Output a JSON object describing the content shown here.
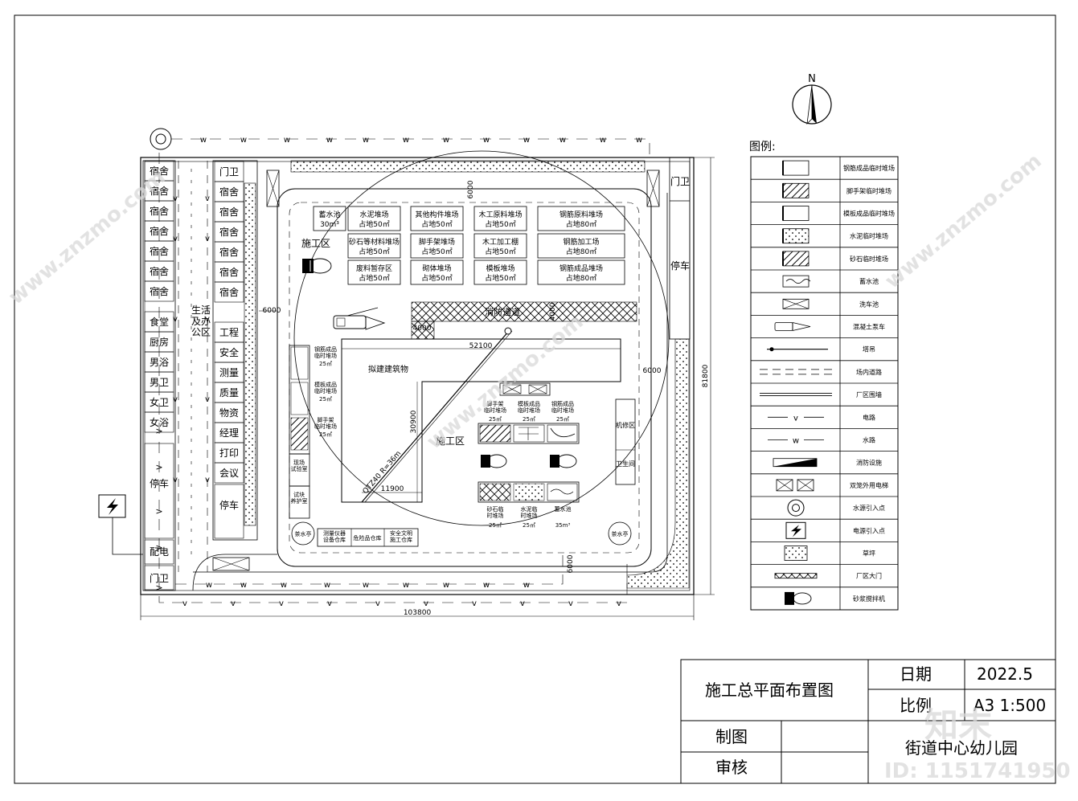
{
  "north_label": "N",
  "legend_title": "图例:",
  "legend_items": [
    {
      "icon": "rebar-product-pile-icon",
      "label": "钢筋成品临时堆场"
    },
    {
      "icon": "scaffold-pile-icon",
      "label": "脚手架临时堆场"
    },
    {
      "icon": "formwork-pile-icon",
      "label": "模板成品临时堆场"
    },
    {
      "icon": "cement-pile-icon",
      "label": "水泥临时堆场"
    },
    {
      "icon": "sand-gravel-pile-icon",
      "label": "砂石临时堆场"
    },
    {
      "icon": "water-tank-icon",
      "label": "蓄水池"
    },
    {
      "icon": "car-wash-icon",
      "label": "洗车池"
    },
    {
      "icon": "concrete-pump-truck-icon",
      "label": "混凝土泵车"
    },
    {
      "icon": "tower-crane-icon",
      "label": "塔吊"
    },
    {
      "icon": "site-road-icon",
      "label": "场内道路"
    },
    {
      "icon": "enclosure-wall-icon",
      "label": "厂区围墙"
    },
    {
      "icon": "power-line-icon",
      "label": "电路"
    },
    {
      "icon": "water-line-icon",
      "label": "水路"
    },
    {
      "icon": "fire-facility-icon",
      "label": "消防设施"
    },
    {
      "icon": "double-cage-elevator-icon",
      "label": "双笼外用电梯"
    },
    {
      "icon": "water-inlet-icon",
      "label": "水源引入点"
    },
    {
      "icon": "power-inlet-icon",
      "label": "电源引入点"
    },
    {
      "icon": "lawn-icon",
      "label": "草坪"
    },
    {
      "icon": "factory-gate-icon",
      "label": "厂区大门"
    },
    {
      "icon": "mortar-mixer-icon",
      "label": "砂浆搅拌机"
    }
  ],
  "title_block": {
    "drawing_title": "施工总平面布置图",
    "date_label": "日期",
    "date_value": "2022.5",
    "scale_label": "比例",
    "scale_value": "A3 1:500",
    "drawn_by_label": "制图",
    "checked_by_label": "审核",
    "project_name": "街道中心幼儿园"
  },
  "watermark": {
    "id_text": "ID: 1151741950",
    "brand": "知末",
    "site": "www.znzmo.com"
  },
  "plan": {
    "left_dorms": [
      "宿舍",
      "宿舍",
      "宿舍",
      "宿舍",
      "宿舍",
      "宿舍",
      "宿舍"
    ],
    "left_services": [
      "食堂",
      "厨房",
      "男浴",
      "男卫",
      "女卫",
      "女浴"
    ],
    "left_parking": "停车",
    "power_distribution": "配电",
    "gate_guard_left": "门卫",
    "mid_top": [
      "门卫",
      "宿舍",
      "宿舍",
      "宿舍",
      "宿舍",
      "宿舍",
      "宿舍"
    ],
    "mid_offices": [
      "工程",
      "安全",
      "测量",
      "质量",
      "物资",
      "经理",
      "打印",
      "会议"
    ],
    "mid_parking": "停车",
    "living_office_zone": "生活\n及办\n公区",
    "gate_guard_right": "门卫",
    "right_parking": "停车",
    "construction_zone_1": "施工区",
    "construction_zone_2": "施工区",
    "building": "拟建建筑物",
    "fire_lane": "消防通道",
    "top_piles": [
      {
        "name": "蓄水池",
        "area": "30m³"
      },
      {
        "name": "水泥堆场",
        "area": "占地50㎡"
      },
      {
        "name": "其他构件堆场",
        "area": "占地50㎡"
      },
      {
        "name": "木工原料堆场",
        "area": "占地50㎡"
      },
      {
        "name": "钢筋原料堆场",
        "area": "占地80㎡"
      },
      {
        "name": "砂石等材料堆场",
        "area": "占地50㎡"
      },
      {
        "name": "脚手架堆场",
        "area": "占地50㎡"
      },
      {
        "name": "木工加工棚",
        "area": "占地50㎡"
      },
      {
        "name": "钢筋加工场",
        "area": "占地80㎡"
      },
      {
        "name": "废料暂存区",
        "area": "占地50㎡"
      },
      {
        "name": "砌体堆场",
        "area": "占地50㎡"
      },
      {
        "name": "模板堆场",
        "area": "占地50㎡"
      },
      {
        "name": "钢筋成品堆场",
        "area": "占地80㎡"
      }
    ],
    "left_column_piles": [
      {
        "name": "钢筋成品\n临时堆场",
        "area": "25㎡"
      },
      {
        "name": "模板成品\n临时堆场",
        "area": "25㎡"
      },
      {
        "name": "脚手架\n临时堆场",
        "area": "25㎡"
      }
    ],
    "site_test_room": "现场\n试验室",
    "sample_curing_room": "试块\n养护室",
    "tea_room": "茶水亭",
    "survey_warehouse": "测量仪器\n设备仓库",
    "hazmat_warehouse": "危险品仓库",
    "safety_warehouse": "安全文明\n施工仓库",
    "mid_piles": [
      {
        "name": "脚手架\n临时堆场",
        "area": "25㎡"
      },
      {
        "name": "模板成品\n临时堆场",
        "area": "25㎡"
      },
      {
        "name": "钢筋成品\n临时堆场",
        "area": "25㎡"
      }
    ],
    "bottom_piles": [
      {
        "name": "砂石临\n时堆场",
        "area": "25㎡"
      },
      {
        "name": "水泥临\n时堆场",
        "area": "25㎡"
      },
      {
        "name": "蓄水池",
        "area": "35m³"
      }
    ],
    "machine_room": "机修区",
    "washroom": "卫生间",
    "crane_label": "QTZ40 R=36m",
    "dimensions": {
      "d6000_left": "6000",
      "d6000_top": "6000",
      "d6000_right": "6000",
      "d6000_bottom": "6000",
      "d4000_a": "4000",
      "d4000_b": "4000",
      "d52100": "52100",
      "d30900": "30900",
      "d11900": "11900",
      "d103800": "103800",
      "d81800": "81800"
    },
    "road_marks": {
      "water": "w",
      "power": "v"
    }
  }
}
